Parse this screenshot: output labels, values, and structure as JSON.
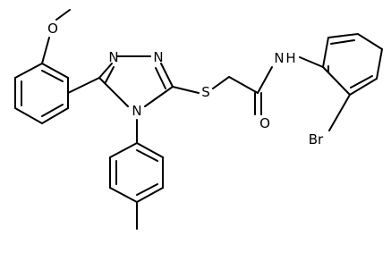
{
  "molecule": {
    "atom_labels": {
      "o_methoxy": "O",
      "n_triazole_left": "N",
      "n_triazole_right": "N",
      "n_triazole_bottom": "N",
      "s_thioether": "S",
      "o_carbonyl": "O",
      "nh_amide": "N",
      "h_amide": "H",
      "br": "Br"
    },
    "colors": {
      "bond": "#000000",
      "label": "#000000",
      "background": "#ffffff"
    }
  }
}
